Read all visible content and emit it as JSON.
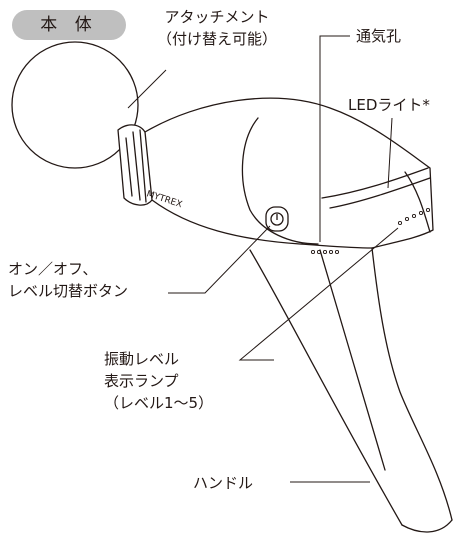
{
  "title": "本 体",
  "labels": {
    "attachment_line1": "アタッチメント",
    "attachment_line2": "（付け替え可能）",
    "vent": "通気孔",
    "led": "LEDライト*",
    "power_line1": "オン／オフ、",
    "power_line2": "レベル切替ボタン",
    "indicator_line1": "振動レベル",
    "indicator_line2": "表示ランプ",
    "indicator_line3": "（レベル1〜5）",
    "handle": "ハンドル"
  },
  "brand_text": "MYTREX",
  "power_icon": "power-icon",
  "colors": {
    "stroke": "#231815",
    "badge": "#bfbfbf"
  }
}
